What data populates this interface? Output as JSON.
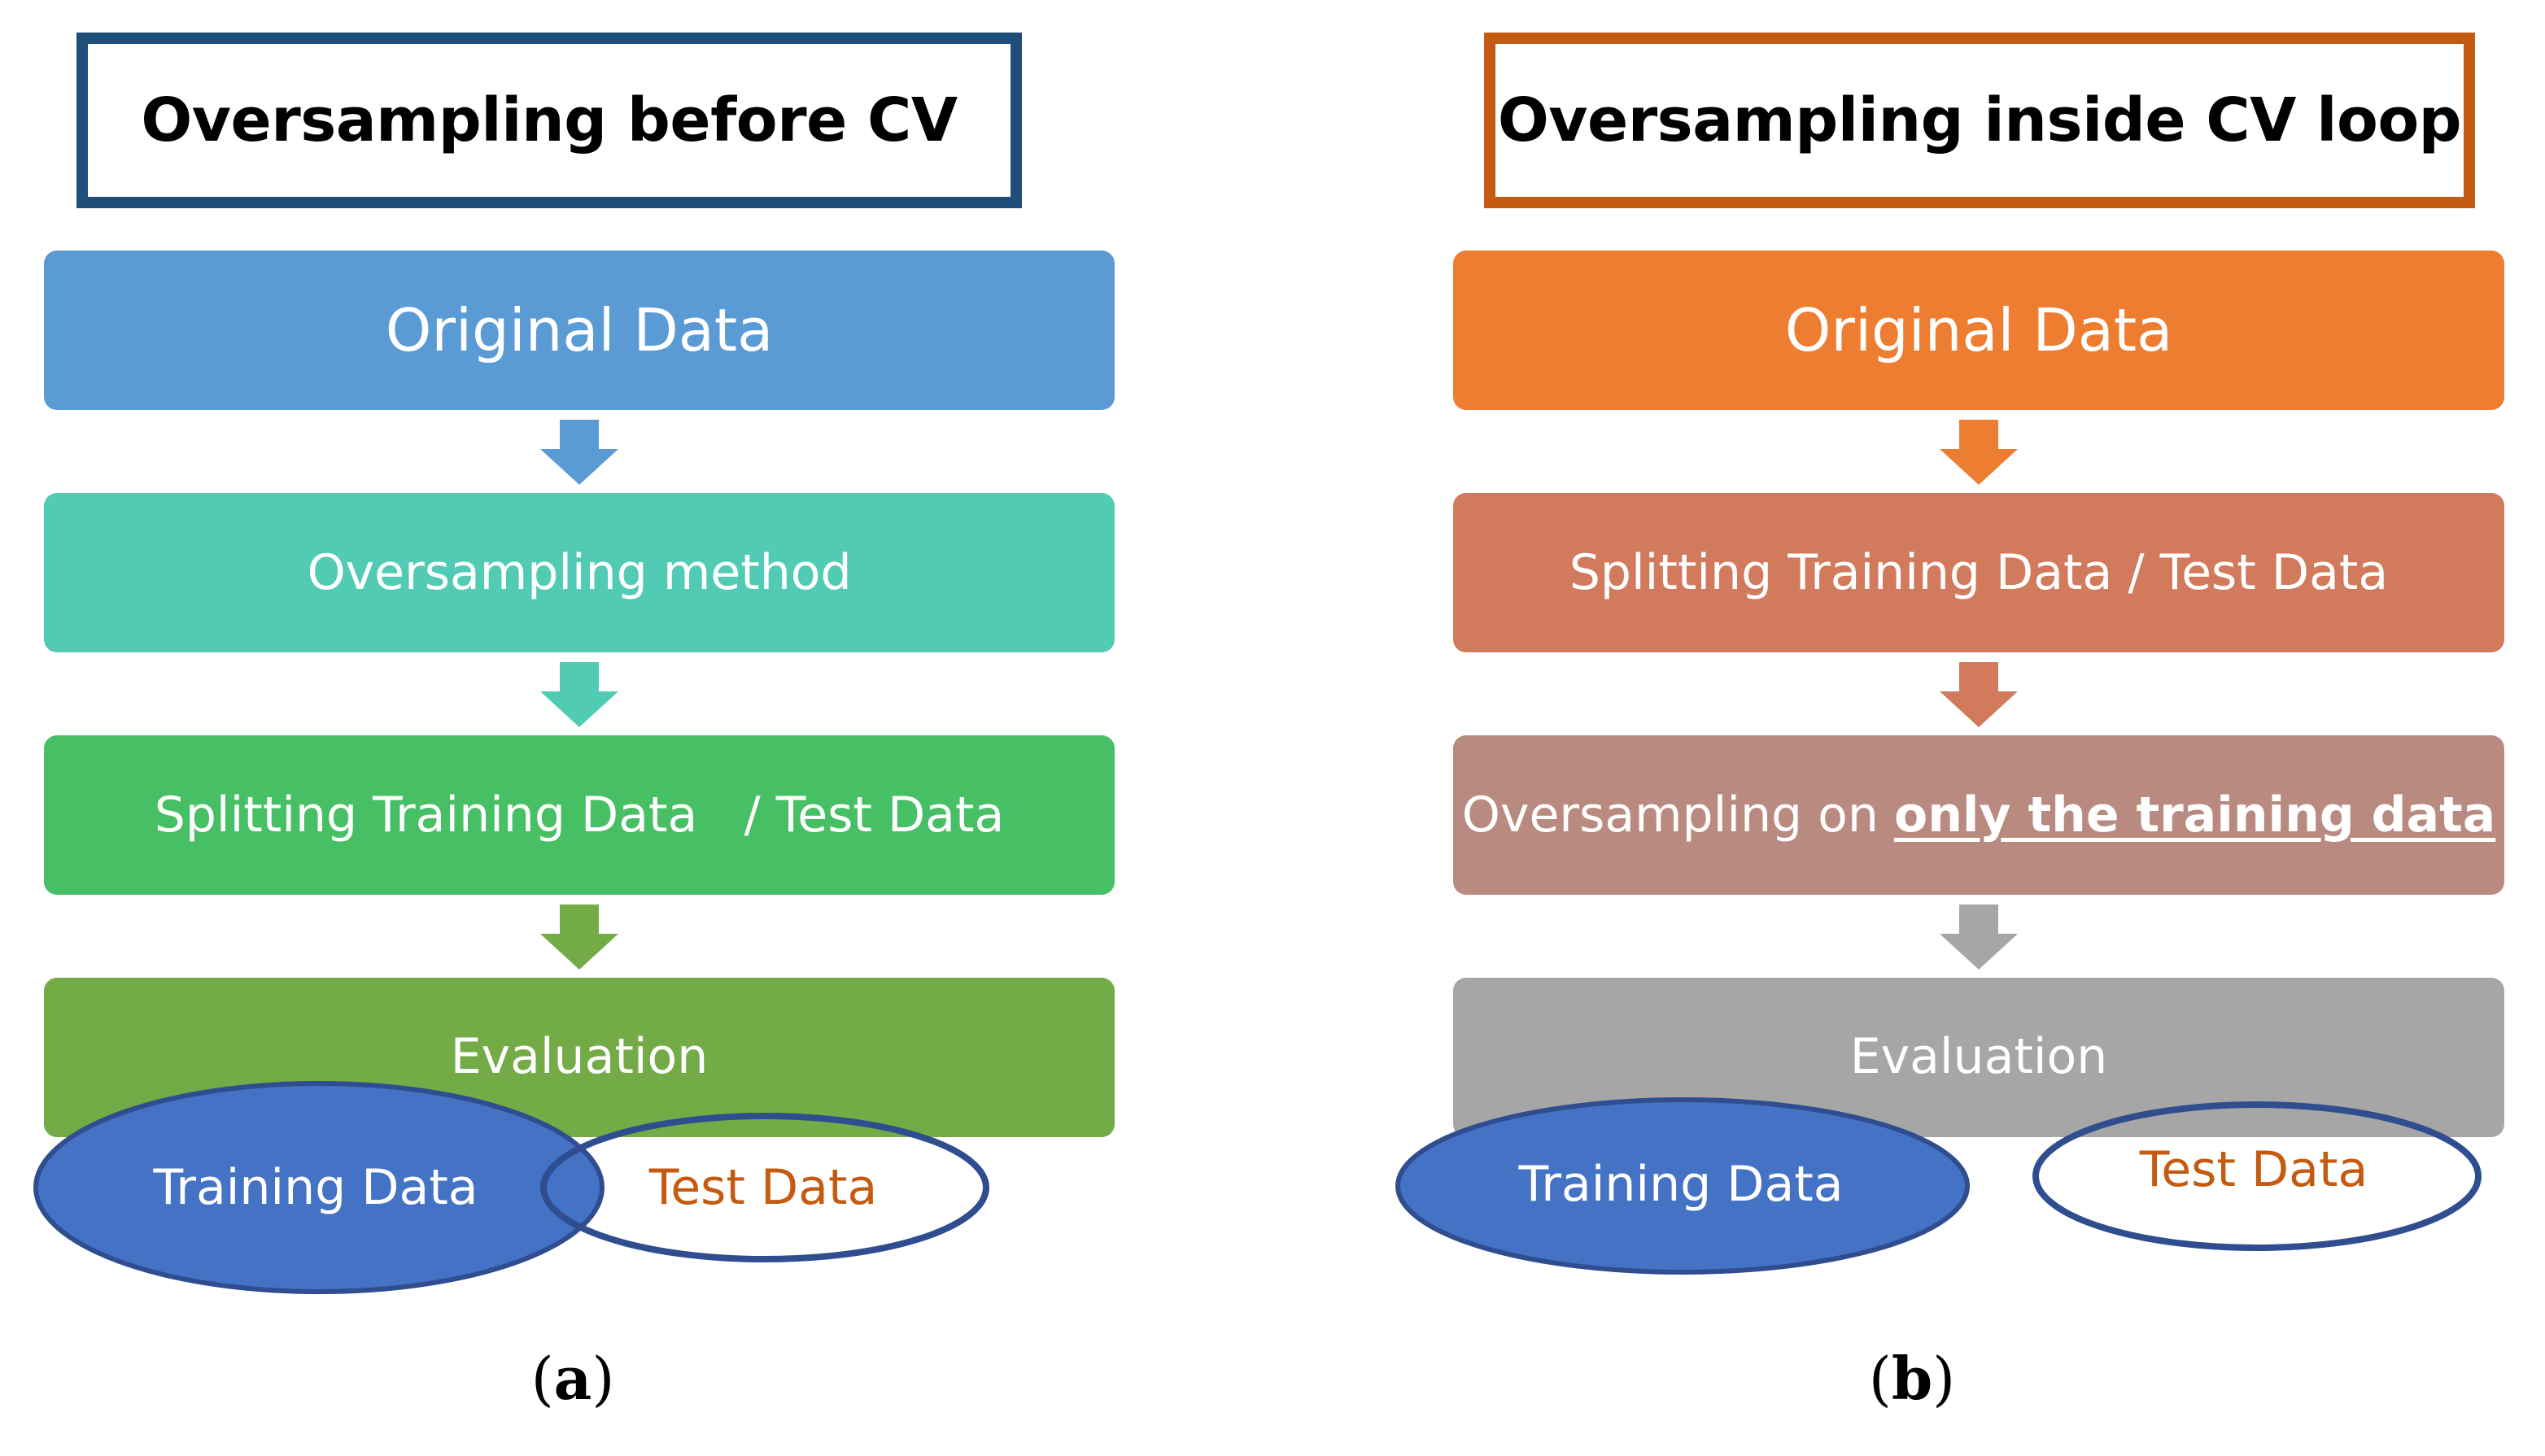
{
  "colors": {
    "dark_blue": "#1F4E79",
    "dark_orange": "#C55A11",
    "blue_step": "#5B9BD5",
    "teal_step": "#52CBB5",
    "green_step": "#47BF64",
    "olive_step": "#73AC46",
    "orange_step": "#ED7D31",
    "terracotta_step": "#D27A5C",
    "mauve_step": "#B98A80",
    "gray_step": "#A6A6A6",
    "ellipse_blue": "#4472C4",
    "ellipse_stroke": "#2F4D8F",
    "test_text": "#C55A11"
  },
  "panel_a": {
    "title": "Oversampling before CV",
    "steps": [
      "Original Data",
      "Oversampling method",
      "Splitting Training Data   / Test Data",
      "Evaluation"
    ],
    "training_label": "Training Data",
    "test_label": "Test Data",
    "caption_open": "(",
    "caption_letter": "a",
    "caption_close": ")"
  },
  "panel_b": {
    "title": "Oversampling inside CV loop",
    "steps": [
      "Original Data",
      "Splitting Training Data / Test Data",
      "Oversampling on ",
      "Evaluation"
    ],
    "step3_emphasis": "only the training data",
    "training_label": "Training Data",
    "test_label": "Test Data",
    "caption_open": "(",
    "caption_letter": "b",
    "caption_close": ")"
  }
}
